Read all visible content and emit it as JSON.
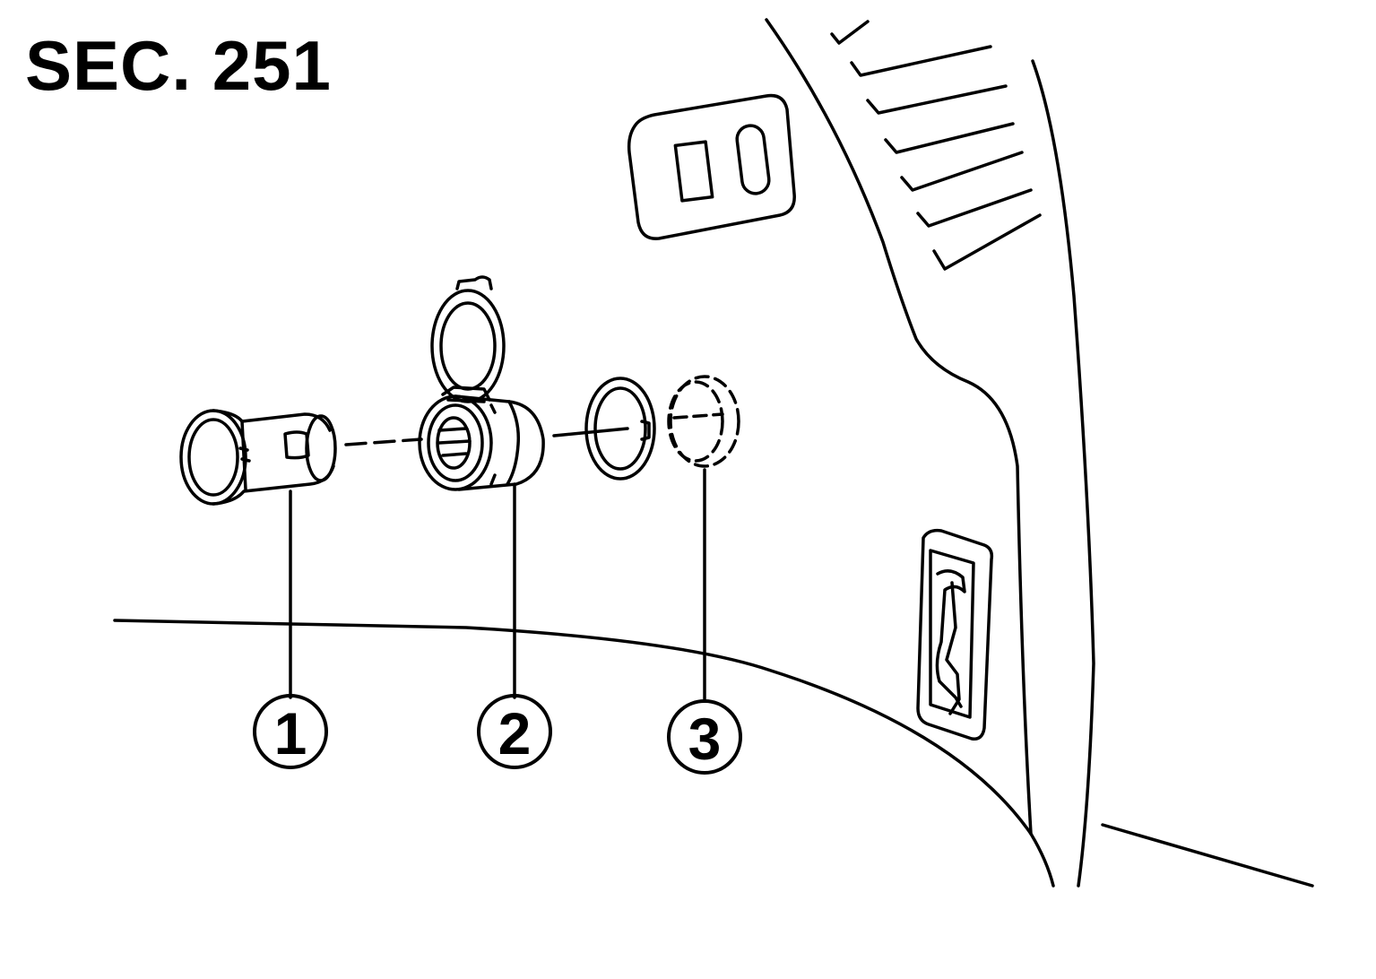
{
  "section_label": "SEC. 251",
  "callouts": [
    {
      "number": "1"
    },
    {
      "number": "2"
    },
    {
      "number": "3"
    }
  ],
  "colors": {
    "line": "#000000",
    "background": "#ffffff"
  }
}
